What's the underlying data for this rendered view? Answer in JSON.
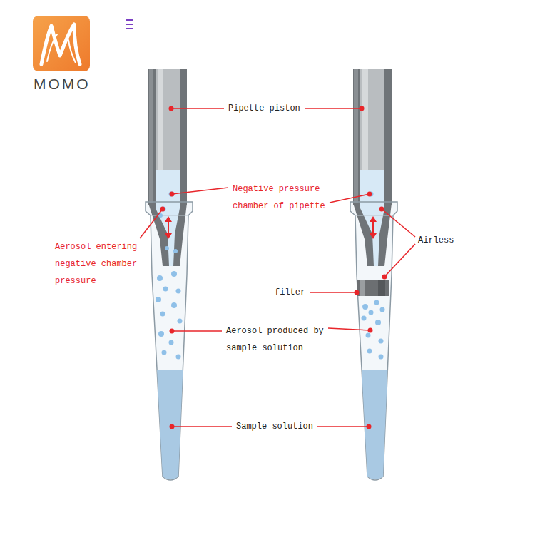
{
  "diagram": {
    "labels": [
      "MOMO",
      "Pipette piston",
      "Negative pressure chamber of pipette",
      "Aerosol entering negative chamber pressure",
      "Airless",
      "filter",
      "Aerosol produced by sample solution",
      "Sample solution"
    ]
  }
}
